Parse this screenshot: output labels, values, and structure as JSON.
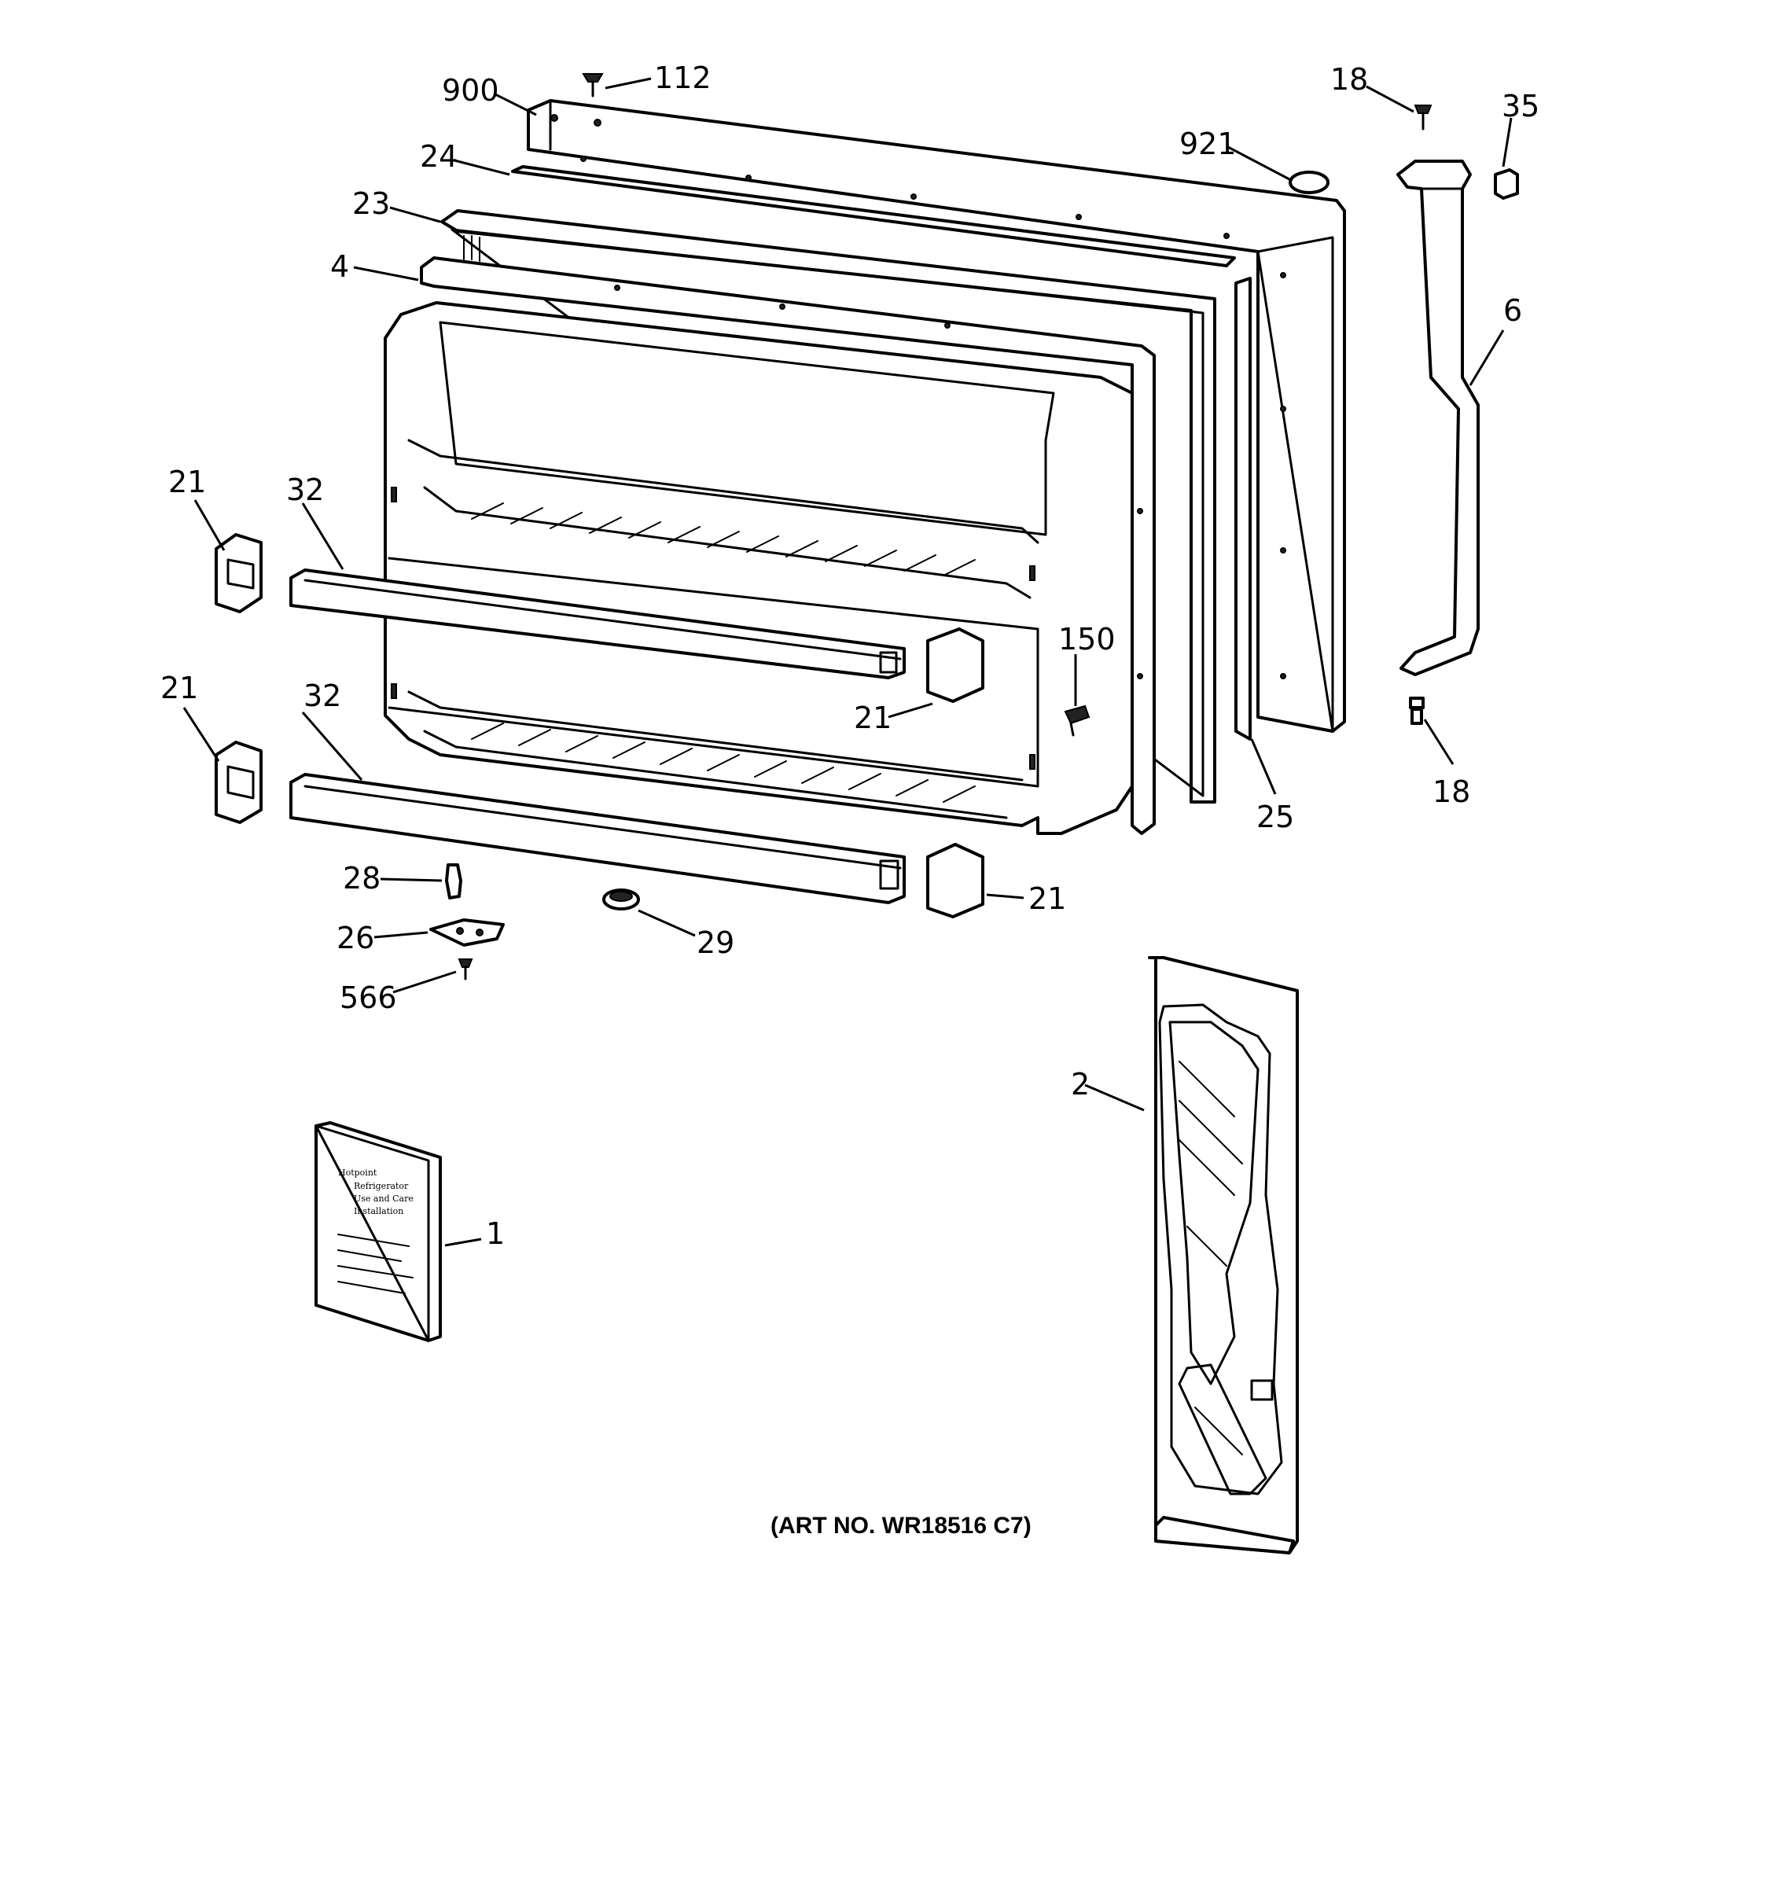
{
  "callouts": {
    "c900": "900",
    "c112": "112",
    "c24": "24",
    "c23": "23",
    "c4": "4",
    "c921": "921",
    "c18_top": "18",
    "c35": "35",
    "c6": "6",
    "c21_upper_left": "21",
    "c32_upper": "32",
    "c21_lower_left": "21",
    "c32_lower": "32",
    "c150": "150",
    "c21_middle": "21",
    "c25": "25",
    "c18_bottom": "18",
    "c28": "28",
    "c26": "26",
    "c566": "566",
    "c29": "29",
    "c21_lower_right": "21",
    "c2": "2",
    "c1": "1"
  },
  "art_number": "(ART NO. WR18516 C7)",
  "manual_cover": {
    "brand": "Hotpoint",
    "line1": "Refrigerator",
    "line2": "Use and Care",
    "line3": "Installation"
  }
}
